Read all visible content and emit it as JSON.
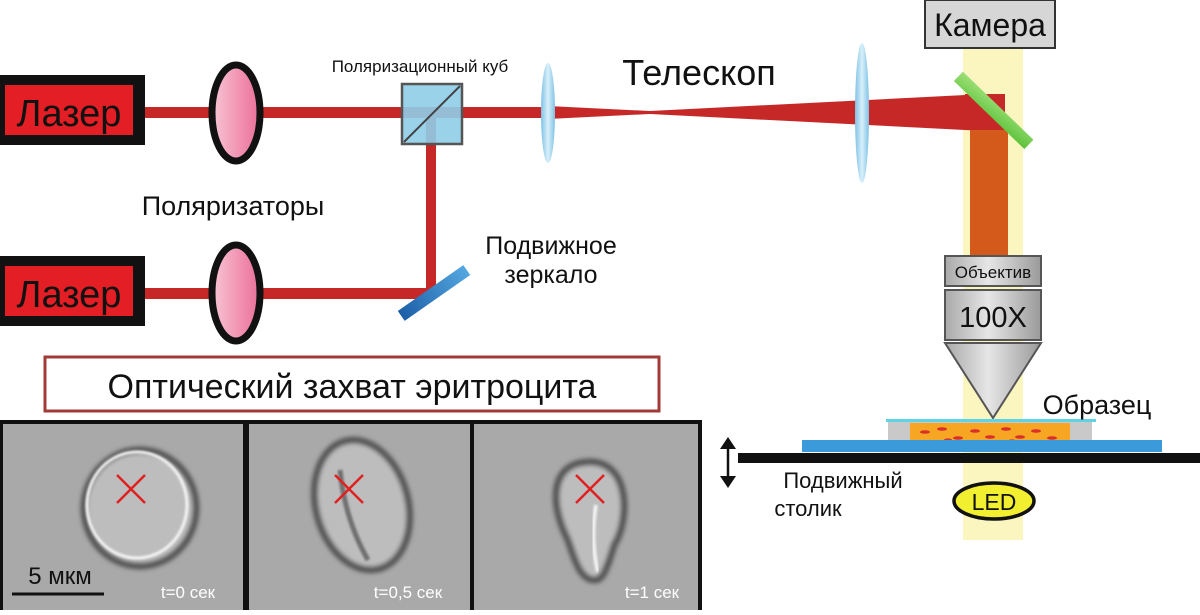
{
  "labels": {
    "laser_top": "Лазер",
    "laser_bottom": "Лазер",
    "polarizers": "Поляризаторы",
    "polarizing_cube": "Поляризационный куб",
    "telescope": "Телескоп",
    "camera": "Камера",
    "mirror_line1": "Подвижное",
    "mirror_line2": "зеркало",
    "objective": "Объектив",
    "magnification": "100X",
    "sample": "Образец",
    "stage_line1": "Подвижный",
    "stage_line2": "столик",
    "led": "LED",
    "caption": "Оптический захват эритроцита",
    "scale_bar": "5 мкм"
  },
  "frames": [
    {
      "time": "t=0 сек",
      "shape": "round"
    },
    {
      "time": "t=0,5 сек",
      "shape": "stretched"
    },
    {
      "time": "t=1 сек",
      "shape": "elongated"
    }
  ],
  "colors": {
    "laser_box": "#e31e24",
    "beam": "#c62828",
    "polarizer": "#f4a9c0",
    "cube": "#8fcde8",
    "lens": "#a9d8ef",
    "camera_box": "#d6d6d6",
    "led_glow": "#fbf6c0",
    "led": "#f2ef30",
    "stage_blue": "#3b9ad9",
    "sample_orange": "#f7a623",
    "caption_border": "#a33a3a",
    "cross": "#e02020",
    "orange_beam": "#d45a1c"
  }
}
